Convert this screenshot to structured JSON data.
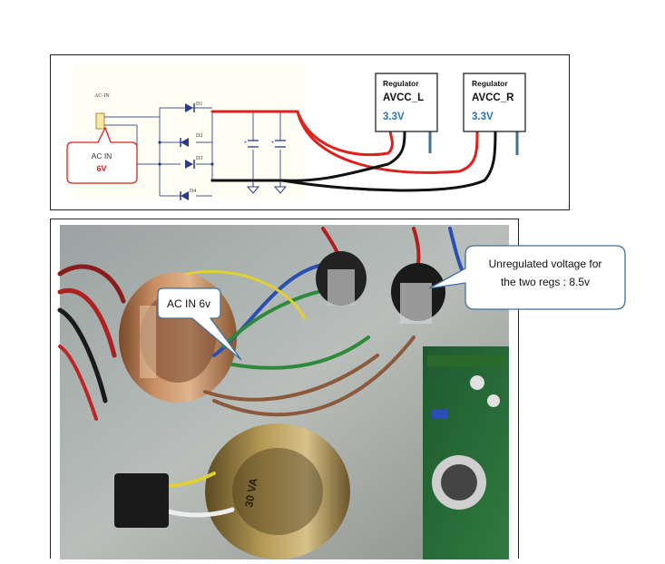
{
  "schematic": {
    "ac_in_header": "AC-IN",
    "diodes": [
      "D1",
      "D2",
      "D3",
      "D4"
    ],
    "callout": {
      "line1": "AC IN",
      "line2": "6V"
    },
    "regulators": [
      {
        "title": "Regulator",
        "name": "AVCC_L",
        "voltage": "3.3V"
      },
      {
        "title": "Regulator",
        "name": "AVCC_R",
        "voltage": "3.3V"
      }
    ]
  },
  "photo": {
    "callout_ac": "AC IN 6v",
    "callout_unreg": {
      "line1": "Unregulated voltage for",
      "line2": "the two regs  : 8.5v"
    },
    "transformer_label": "30 VA"
  },
  "colors": {
    "wire_red": "#e0201c",
    "wire_black": "#111111",
    "voltage_blue": "#2e75b6",
    "callout_red": "#e0201c",
    "callout_blue": "#41719c"
  }
}
